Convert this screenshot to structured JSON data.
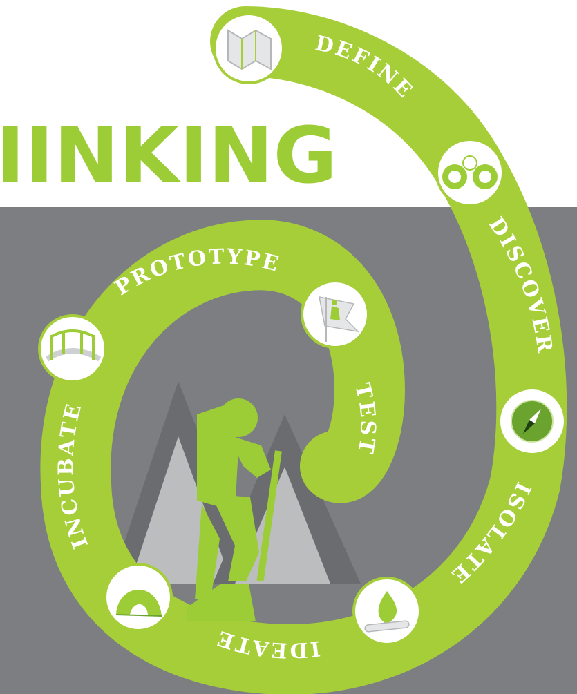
{
  "title": {
    "visible_text": "IINKING"
  },
  "stages": [
    {
      "id": "define",
      "label": "DEFINE",
      "icon": "map-icon"
    },
    {
      "id": "discover",
      "label": "DISCOVER",
      "icon": "binoculars-icon"
    },
    {
      "id": "isolate",
      "label": "ISOLATE",
      "icon": "compass-icon"
    },
    {
      "id": "ideate",
      "label": "IDEATE",
      "icon": "campfire-icon"
    },
    {
      "id": "incubate",
      "label": "INCUBATE",
      "icon": "tent-icon"
    },
    {
      "id": "prototype",
      "label": "PROTOTYPE",
      "icon": "bridge-icon"
    },
    {
      "id": "test",
      "label": "TEST",
      "icon": "summit-flag-icon"
    }
  ],
  "colors": {
    "green": "#a6ce39",
    "dark_green": "#6aa42e",
    "gray_background": "#7c7e82",
    "mountain_dark": "#6a6c70",
    "mountain_light": "#bcbdbf",
    "white": "#ffffff"
  },
  "illustration": {
    "figure": "hiker-silhouette",
    "background": "mountain-peaks"
  }
}
